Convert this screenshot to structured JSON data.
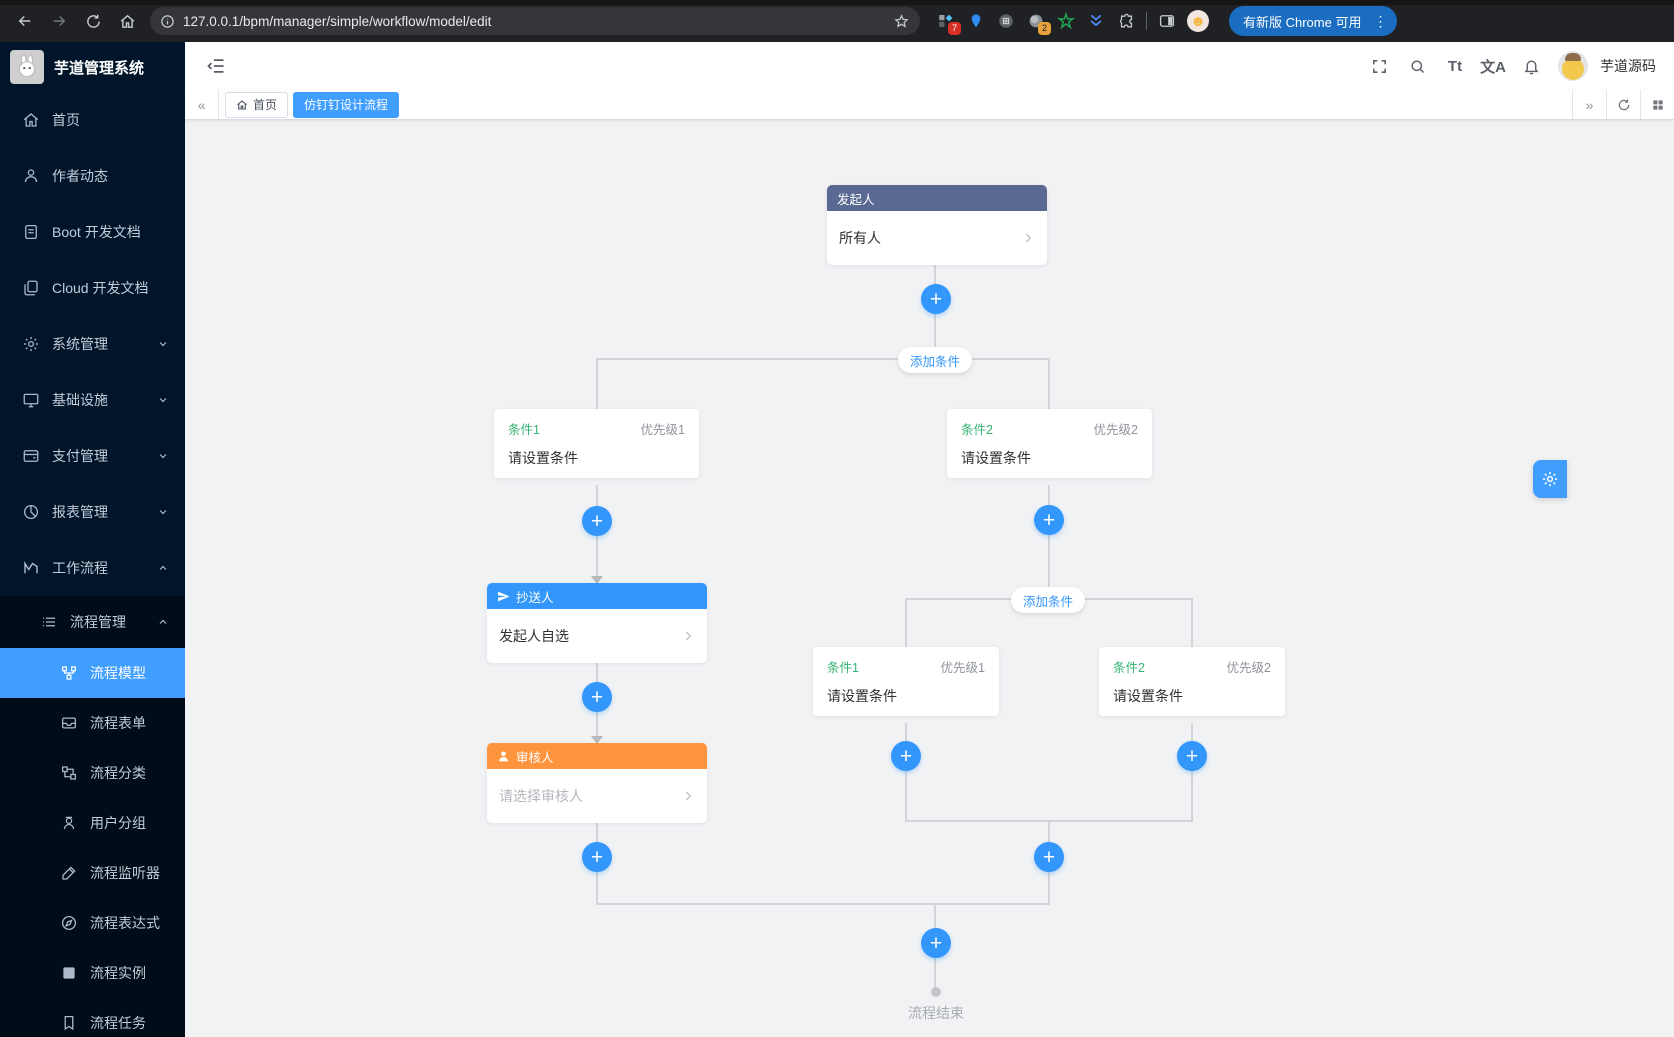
{
  "browser": {
    "url": "127.0.0.1/bpm/manager/simple/workflow/model/edit",
    "update_button": "有新版 Chrome 可用",
    "extension_badge_blocks": "7",
    "extension_badge_recorder": "2"
  },
  "icons": {
    "plus": "+",
    "tabs_scroll_left": "«",
    "tabs_scroll_right": "»",
    "menu_more": "⋮",
    "font_size": "Tt",
    "translate": "文A",
    "profile_face": "☻"
  },
  "sidebar": {
    "title": "芋道管理系统",
    "items": [
      {
        "label": "首页"
      },
      {
        "label": "作者动态"
      },
      {
        "label": "Boot 开发文档"
      },
      {
        "label": "Cloud 开发文档"
      },
      {
        "label": "系统管理"
      },
      {
        "label": "基础设施"
      },
      {
        "label": "支付管理"
      },
      {
        "label": "报表管理"
      },
      {
        "label": "工作流程"
      }
    ],
    "process_group": {
      "label": "流程管理"
    },
    "process_items": [
      {
        "label": "流程模型"
      },
      {
        "label": "流程表单"
      },
      {
        "label": "流程分类"
      },
      {
        "label": "用户分组"
      },
      {
        "label": "流程监听器"
      },
      {
        "label": "流程表达式"
      },
      {
        "label": "流程实例"
      },
      {
        "label": "流程任务"
      }
    ]
  },
  "header": {
    "username": "芋道源码"
  },
  "tabbar": {
    "tabs": [
      {
        "label": "首页"
      },
      {
        "label": "仿钉钉设计流程"
      }
    ]
  },
  "workflow": {
    "start_node": {
      "title": "发起人",
      "content": "所有人"
    },
    "add_condition_label": "添加条件",
    "conditions": [
      {
        "name": "条件1",
        "priority": "优先级1",
        "content": "请设置条件"
      },
      {
        "name": "条件2",
        "priority": "优先级2",
        "content": "请设置条件"
      },
      {
        "name": "条件1",
        "priority": "优先级1",
        "content": "请设置条件"
      },
      {
        "name": "条件2",
        "priority": "优先级2",
        "content": "请设置条件"
      }
    ],
    "cc_node": {
      "title": "抄送人",
      "content": "发起人自选"
    },
    "approver_node": {
      "title": "审核人",
      "placeholder": "请选择审核人"
    },
    "end_label": "流程结束"
  },
  "colors": {
    "accent_blue": "#409eff",
    "plus_blue": "#3296fb",
    "start_header": "#5a6991",
    "cc_header": "#3296fb",
    "approver_header": "#ff943e",
    "condition_green": "#35b373",
    "sidebar_bg": "#001529",
    "canvas_bg": "#f1f2f4"
  }
}
